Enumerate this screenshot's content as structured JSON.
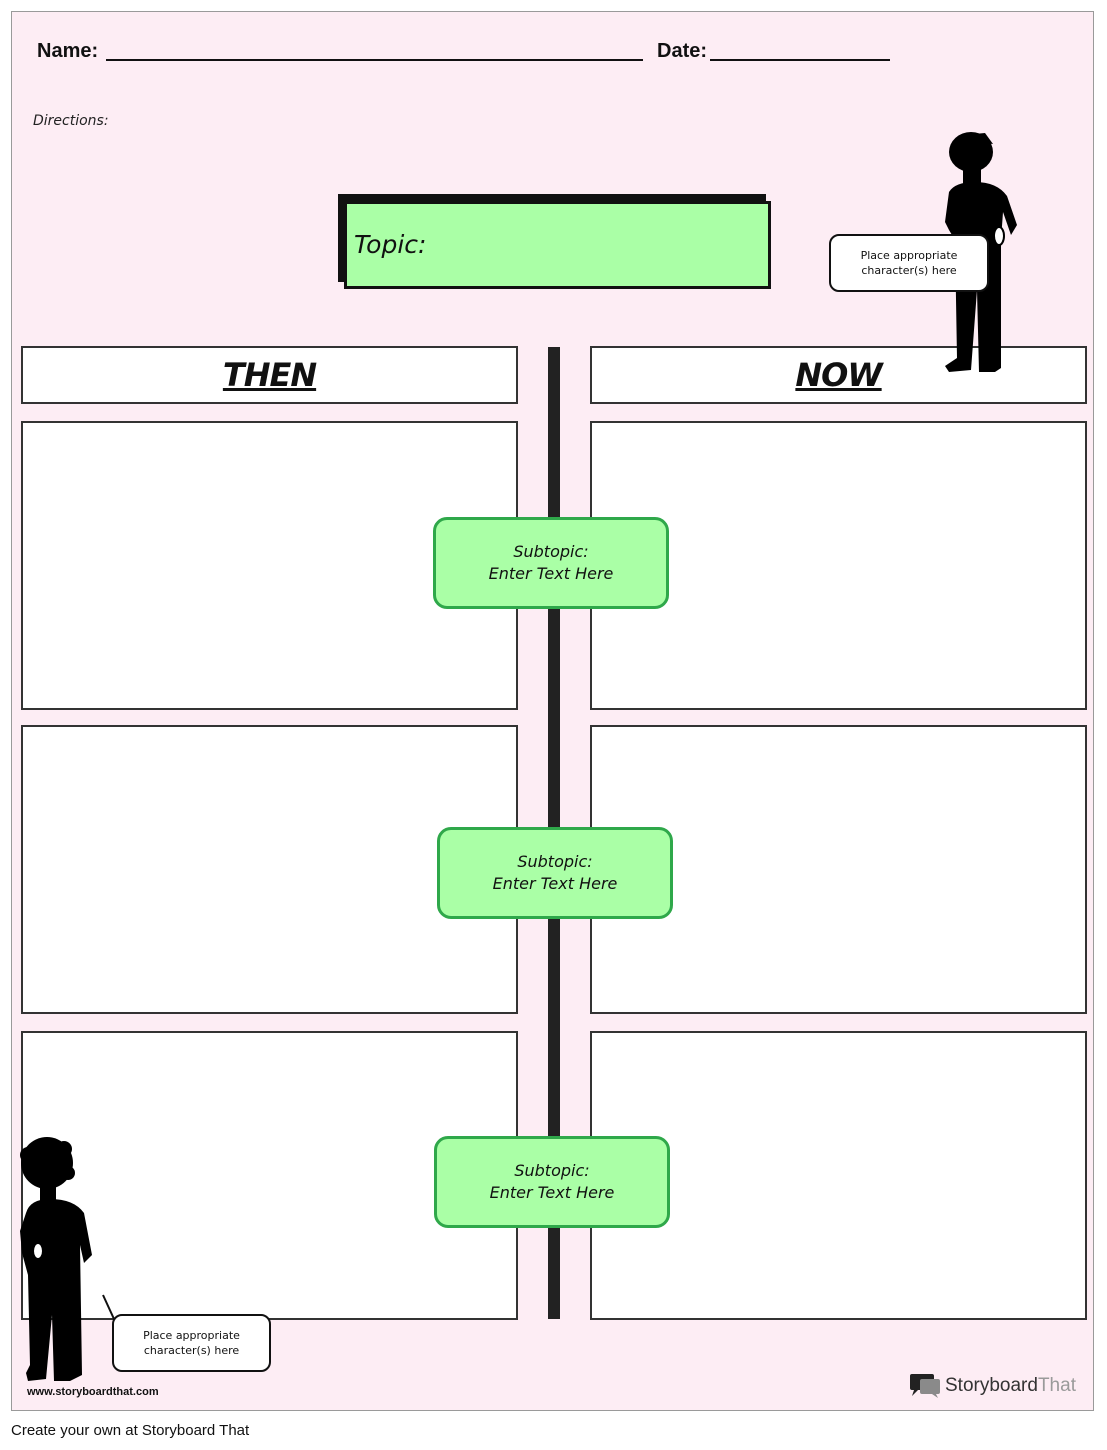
{
  "header": {
    "name_label": "Name:",
    "date_label": "Date:",
    "directions_label": "Directions:"
  },
  "topic": {
    "label": "Topic:"
  },
  "columns": {
    "left_heading": "THEN",
    "right_heading": "NOW"
  },
  "subtopics": [
    {
      "line1": "Subtopic:",
      "line2": "Enter Text Here"
    },
    {
      "line1": "Subtopic:",
      "line2": "Enter Text Here"
    },
    {
      "line1": "Subtopic:",
      "line2": "Enter Text Here"
    }
  ],
  "bubbles": {
    "top": {
      "line1": "Place appropriate",
      "line2": "character(s) here"
    },
    "bottom": {
      "line1": "Place appropriate",
      "line2": "character(s) here"
    }
  },
  "footer": {
    "url": "www.storyboardthat.com",
    "brand_part1": "Storyboard",
    "brand_part2": "That",
    "create_link": "Create your own at Storyboard That"
  },
  "colors": {
    "page_background": "#fdedf4",
    "topic_fill": "#aaffa6",
    "subtopic_border": "#2fa84a"
  }
}
